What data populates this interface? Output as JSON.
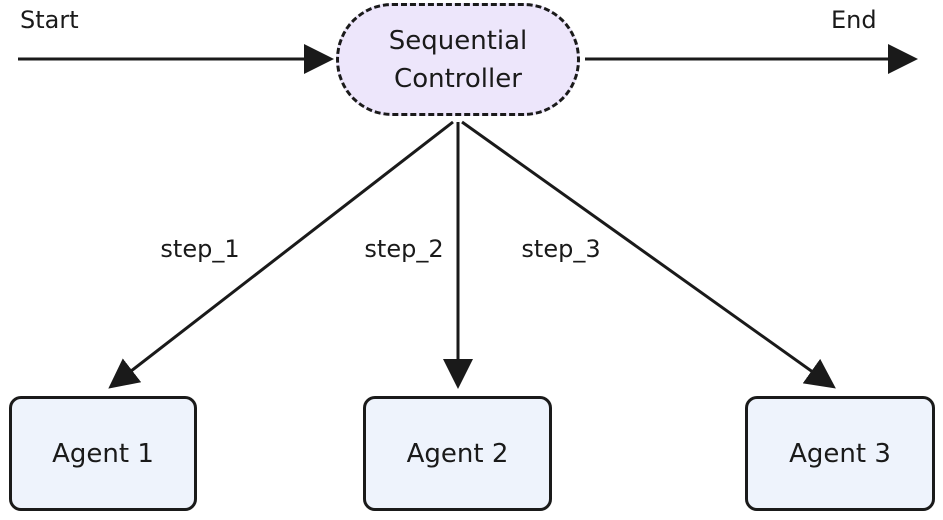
{
  "diagram": {
    "start_label": "Start",
    "end_label": "End",
    "controller": {
      "line1": "Sequential",
      "line2": "Controller",
      "fill": "#ede6fb"
    },
    "steps": [
      "step_1",
      "step_2",
      "step_3"
    ],
    "agents": [
      "Agent 1",
      "Agent 2",
      "Agent 3"
    ],
    "colors": {
      "stroke": "#1a1a1a",
      "agent_fill": "#eef3fc",
      "controller_fill": "#ede6fb"
    }
  }
}
